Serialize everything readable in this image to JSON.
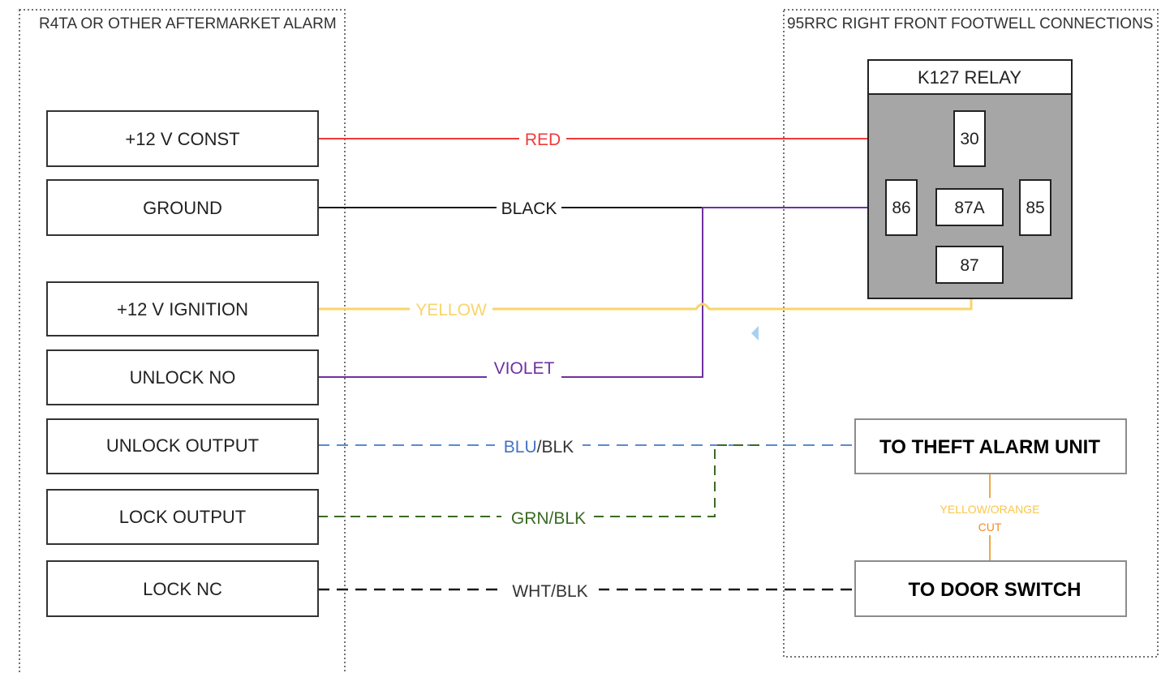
{
  "left_section": {
    "label": "R4TA OR OTHER AFTERMARKET ALARM"
  },
  "right_section": {
    "label": "95RRC RIGHT FRONT FOOTWELL CONNECTIONS"
  },
  "alarm_terminals": [
    "+12 V CONST",
    "GROUND",
    "+12 V IGNITION",
    "UNLOCK NO",
    "UNLOCK OUTPUT",
    "LOCK OUTPUT",
    "LOCK NC"
  ],
  "relay": {
    "title": "K127 RELAY",
    "pins": [
      "30",
      "86",
      "87A",
      "85",
      "87"
    ]
  },
  "targets": {
    "theft_alarm": "TO THEFT ALARM UNIT",
    "door_switch": "TO DOOR SWITCH"
  },
  "wires": {
    "red": "RED",
    "black": "BLACK",
    "yellow": "YELLOW",
    "violet": "VIOLET",
    "blu_blk": "BLU/BLK",
    "grn_blk": "GRN/BLK",
    "wht_blk": "WHT/BLK",
    "cut_line1": "YELLOW/ORANGE",
    "cut_line2": "CUT"
  },
  "colors": {
    "red_wire": "#ee3b3b",
    "black_wire": "#1a1a1a",
    "yellow_wire": "#f9d46a",
    "violet_wire": "#7030a0",
    "blue_wire": "#5b8bd0",
    "green_wire": "#3a6b24",
    "orange_wire": "#f4a742",
    "relay_body": "#a6a6a6",
    "target_border": "#8c8c8c"
  }
}
